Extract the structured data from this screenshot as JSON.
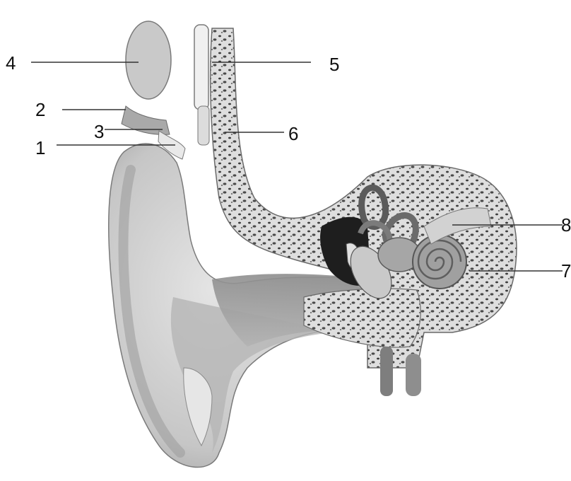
{
  "figure": {
    "subject": "ear-anatomy-cross-section",
    "palette": {
      "background": "#ffffff",
      "skin": "#cfcfcf",
      "skin_shadow": "#9a9a9a",
      "bone": "#d9d9d9",
      "bone_pore": "#4a4a4a",
      "cavity": "#1c1c1c",
      "leader_line": "#333333"
    },
    "callouts": [
      {
        "id": "1",
        "text": "1"
      },
      {
        "id": "2",
        "text": "2"
      },
      {
        "id": "3",
        "text": "3"
      },
      {
        "id": "4",
        "text": "4"
      },
      {
        "id": "5",
        "text": "5"
      },
      {
        "id": "6",
        "text": "6"
      },
      {
        "id": "7",
        "text": "7"
      },
      {
        "id": "8",
        "text": "8"
      }
    ]
  }
}
